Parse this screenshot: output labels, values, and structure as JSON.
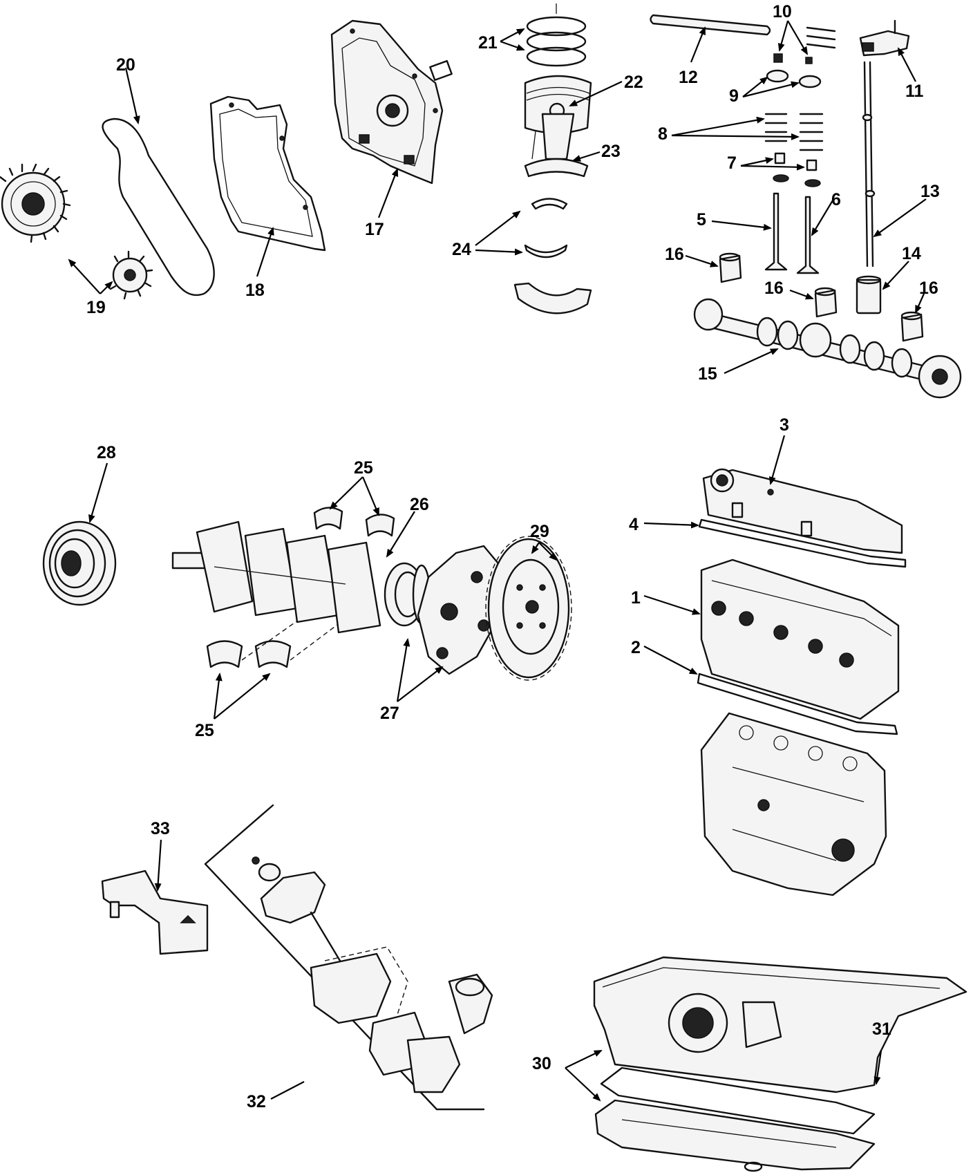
{
  "callouts": [
    {
      "id": "c1",
      "label": "1"
    },
    {
      "id": "c2",
      "label": "2"
    },
    {
      "id": "c3",
      "label": "3"
    },
    {
      "id": "c4",
      "label": "4"
    },
    {
      "id": "c5",
      "label": "5"
    },
    {
      "id": "c6",
      "label": "6"
    },
    {
      "id": "c7",
      "label": "7"
    },
    {
      "id": "c8",
      "label": "8"
    },
    {
      "id": "c9",
      "label": "9"
    },
    {
      "id": "c10",
      "label": "10"
    },
    {
      "id": "c11",
      "label": "11"
    },
    {
      "id": "c12",
      "label": "12"
    },
    {
      "id": "c13",
      "label": "13"
    },
    {
      "id": "c14",
      "label": "14"
    },
    {
      "id": "c15",
      "label": "15"
    },
    {
      "id": "c16a",
      "label": "16"
    },
    {
      "id": "c16b",
      "label": "16"
    },
    {
      "id": "c16c",
      "label": "16"
    },
    {
      "id": "c17",
      "label": "17"
    },
    {
      "id": "c18",
      "label": "18"
    },
    {
      "id": "c19",
      "label": "19"
    },
    {
      "id": "c20",
      "label": "20"
    },
    {
      "id": "c21",
      "label": "21"
    },
    {
      "id": "c22",
      "label": "22"
    },
    {
      "id": "c23",
      "label": "23"
    },
    {
      "id": "c24",
      "label": "24"
    },
    {
      "id": "c25a",
      "label": "25"
    },
    {
      "id": "c25b",
      "label": "25"
    },
    {
      "id": "c26",
      "label": "26"
    },
    {
      "id": "c27",
      "label": "27"
    },
    {
      "id": "c28",
      "label": "28"
    },
    {
      "id": "c29",
      "label": "29"
    },
    {
      "id": "c30",
      "label": "30"
    },
    {
      "id": "c31",
      "label": "31"
    },
    {
      "id": "c32",
      "label": "32"
    },
    {
      "id": "c33",
      "label": "33"
    }
  ]
}
